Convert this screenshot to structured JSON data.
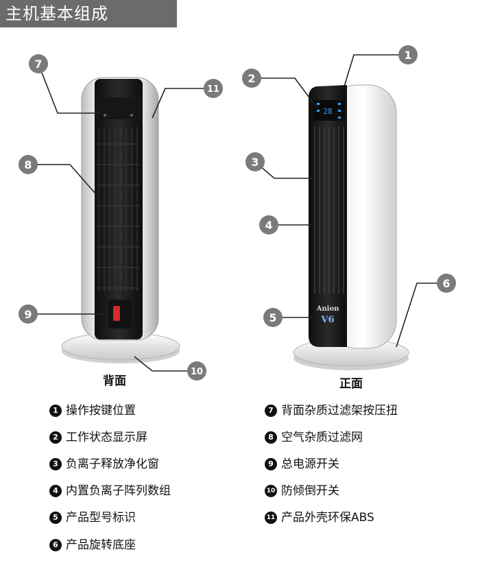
{
  "title": "主机基本组成",
  "views": {
    "back": "背面",
    "front": "正面"
  },
  "device": {
    "brand": "Anion",
    "model": "V6",
    "display_value": "28"
  },
  "callouts": [
    "1",
    "2",
    "3",
    "4",
    "5",
    "6",
    "7",
    "8",
    "9",
    "10",
    "11"
  ],
  "legend": [
    {
      "num": "1",
      "text": "操作按键位置"
    },
    {
      "num": "2",
      "text": "工作状态显示屏"
    },
    {
      "num": "3",
      "text": "负离子释放净化窗"
    },
    {
      "num": "4",
      "text": "内置负离子阵列数组"
    },
    {
      "num": "5",
      "text": "产品型号标识"
    },
    {
      "num": "6",
      "text": "产品旋转底座"
    },
    {
      "num": "7",
      "text": "背面杂质过滤架按压扭"
    },
    {
      "num": "8",
      "text": "空气杂质过滤网"
    },
    {
      "num": "9",
      "text": "总电源开关"
    },
    {
      "num": "10",
      "text": "防倾倒开关"
    },
    {
      "num": "11",
      "text": "产品外壳环保ABS"
    }
  ],
  "colors": {
    "title_bg": "#6b6b6b",
    "callout_bg": "#7a7a7a",
    "panel_dark": "#1c1c1c",
    "shell": "#f2f2f2",
    "switch_red": "#d42a2a",
    "display_blue": "#39a0ff"
  }
}
